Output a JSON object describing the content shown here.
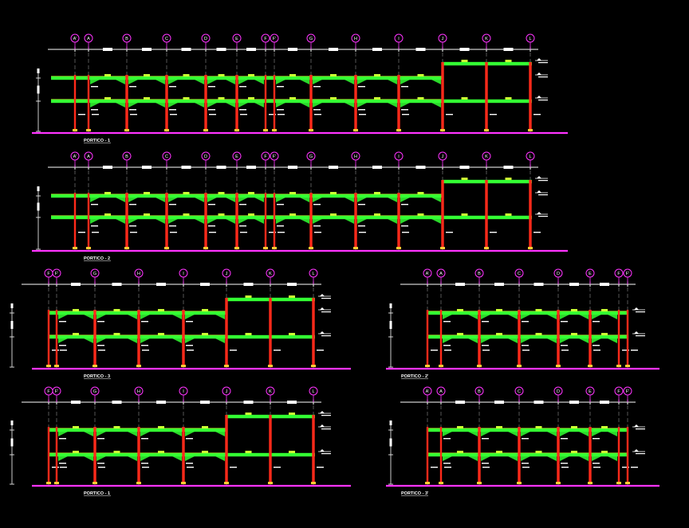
{
  "colors": {
    "background": "#000000",
    "column": "#ff2a1a",
    "beam": "#33ff33",
    "beam_edge": "#ccff33",
    "ground": "#ff33ff",
    "bubble": "#ff33ff",
    "dim": "#ffffff",
    "axis": "#cccccc",
    "title": "#ffffff"
  },
  "frames": [
    {
      "title": "PORTICO - 1",
      "axes": [
        "A'",
        "A",
        "B",
        "C",
        "D",
        "E",
        "F",
        "F'",
        "G",
        "H",
        "I",
        "J",
        "K",
        "L"
      ],
      "high_from_axis": "J"
    },
    {
      "title": "PORTICO - 2",
      "axes": [
        "A'",
        "A",
        "B",
        "C",
        "D",
        "E",
        "F",
        "F'",
        "G",
        "H",
        "I",
        "J",
        "K",
        "L"
      ],
      "high_from_axis": "J"
    },
    {
      "title": "PORTICO - 3",
      "axes": [
        "F",
        "F'",
        "G",
        "H",
        "I",
        "J",
        "K",
        "L"
      ],
      "high_from_axis": "J"
    },
    {
      "title": "PORTICO - 2'",
      "axes": [
        "A'",
        "A",
        "B",
        "C",
        "D",
        "E",
        "F",
        "F'"
      ],
      "high_from_axis": ""
    },
    {
      "title": "PORTICO - 1",
      "axes": [
        "F",
        "F'",
        "G",
        "H",
        "I",
        "J",
        "K",
        "L"
      ],
      "high_from_axis": "J"
    },
    {
      "title": "PORTICO - 3'",
      "axes": [
        "A'",
        "A",
        "B",
        "C",
        "D",
        "E",
        "F",
        "F'"
      ],
      "high_from_axis": ""
    }
  ]
}
